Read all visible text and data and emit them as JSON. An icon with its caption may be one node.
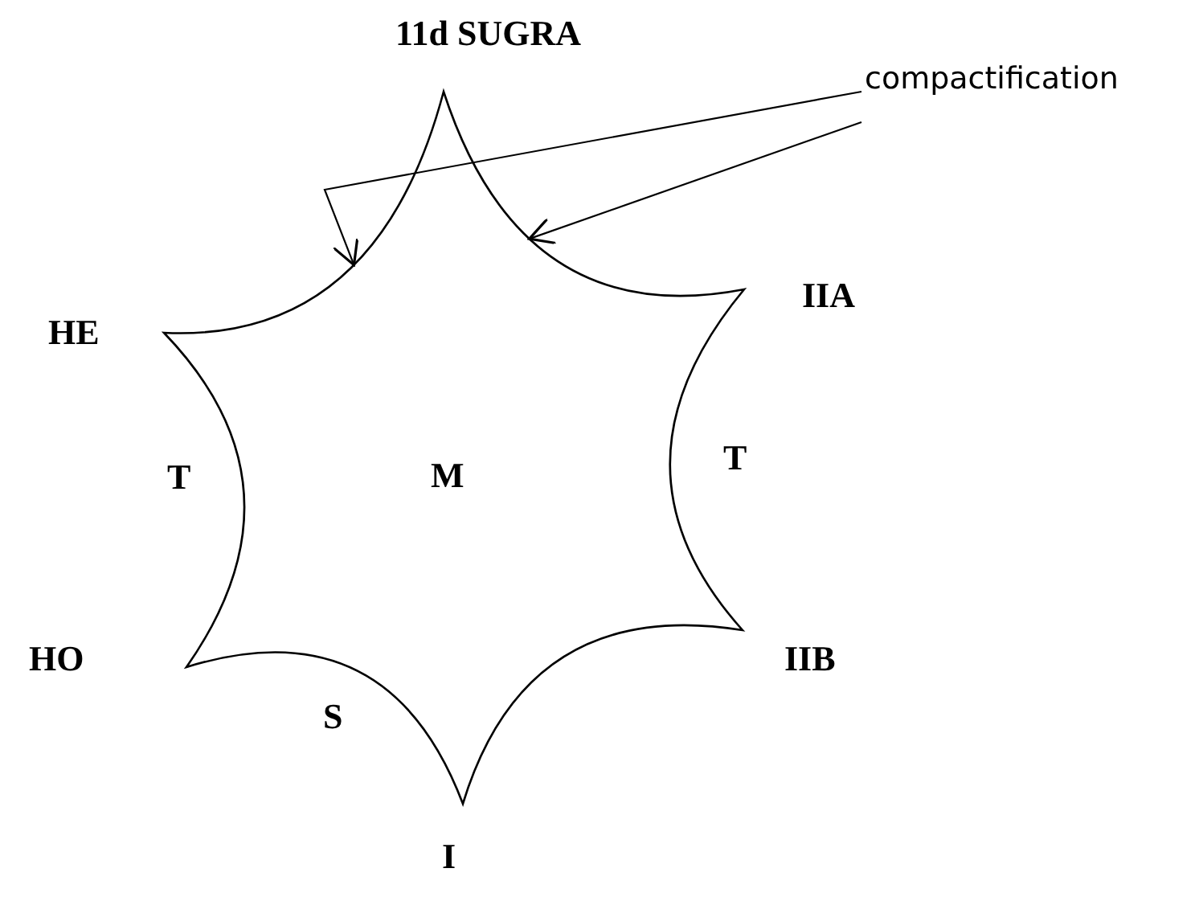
{
  "diagram": {
    "nodes": [
      {
        "text": [
          "M"
        ]
      },
      {
        "text": [
          "compactification"
        ]
      }
    ],
    "edges": [
      {
        "from": 1,
        "to": 0,
        "arrow": "to"
      },
      {
        "from": 1,
        "to": 0,
        "arrow": "to"
      }
    ],
    "labels": [
      "11d SUGRA",
      "HE",
      "IIA",
      "T",
      "T",
      "HO",
      "IIB",
      "S",
      "I"
    ]
  }
}
